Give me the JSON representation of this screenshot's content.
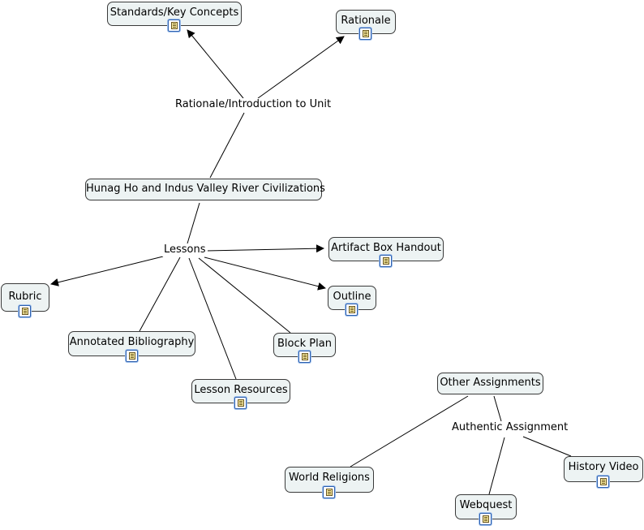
{
  "concept_map": {
    "concepts": {
      "standards": "Standards/Key Concepts",
      "rationale": "Rationale",
      "main": "Hunag Ho and Indus Valley River Civilizations",
      "artifact": "Artifact Box Handout",
      "rubric": "Rubric",
      "outline": "Outline",
      "bibliography": "Annotated Bibliography",
      "blockplan": "Block Plan",
      "resources": "Lesson Resources",
      "other": "Other Assignments",
      "religions": "World Religions",
      "video": "History Video",
      "webquest": "Webquest"
    },
    "linking_phrases": {
      "intro": "Rationale/Introduction to Unit",
      "lessons": "Lessons",
      "authentic": "Authentic Assignment"
    },
    "resource_icon": "document-resource-icon",
    "colors": {
      "node_fill": "#edf3f3",
      "node_border": "#3a3a3a",
      "line": "#000000",
      "icon_border": "#2f61b0"
    }
  }
}
